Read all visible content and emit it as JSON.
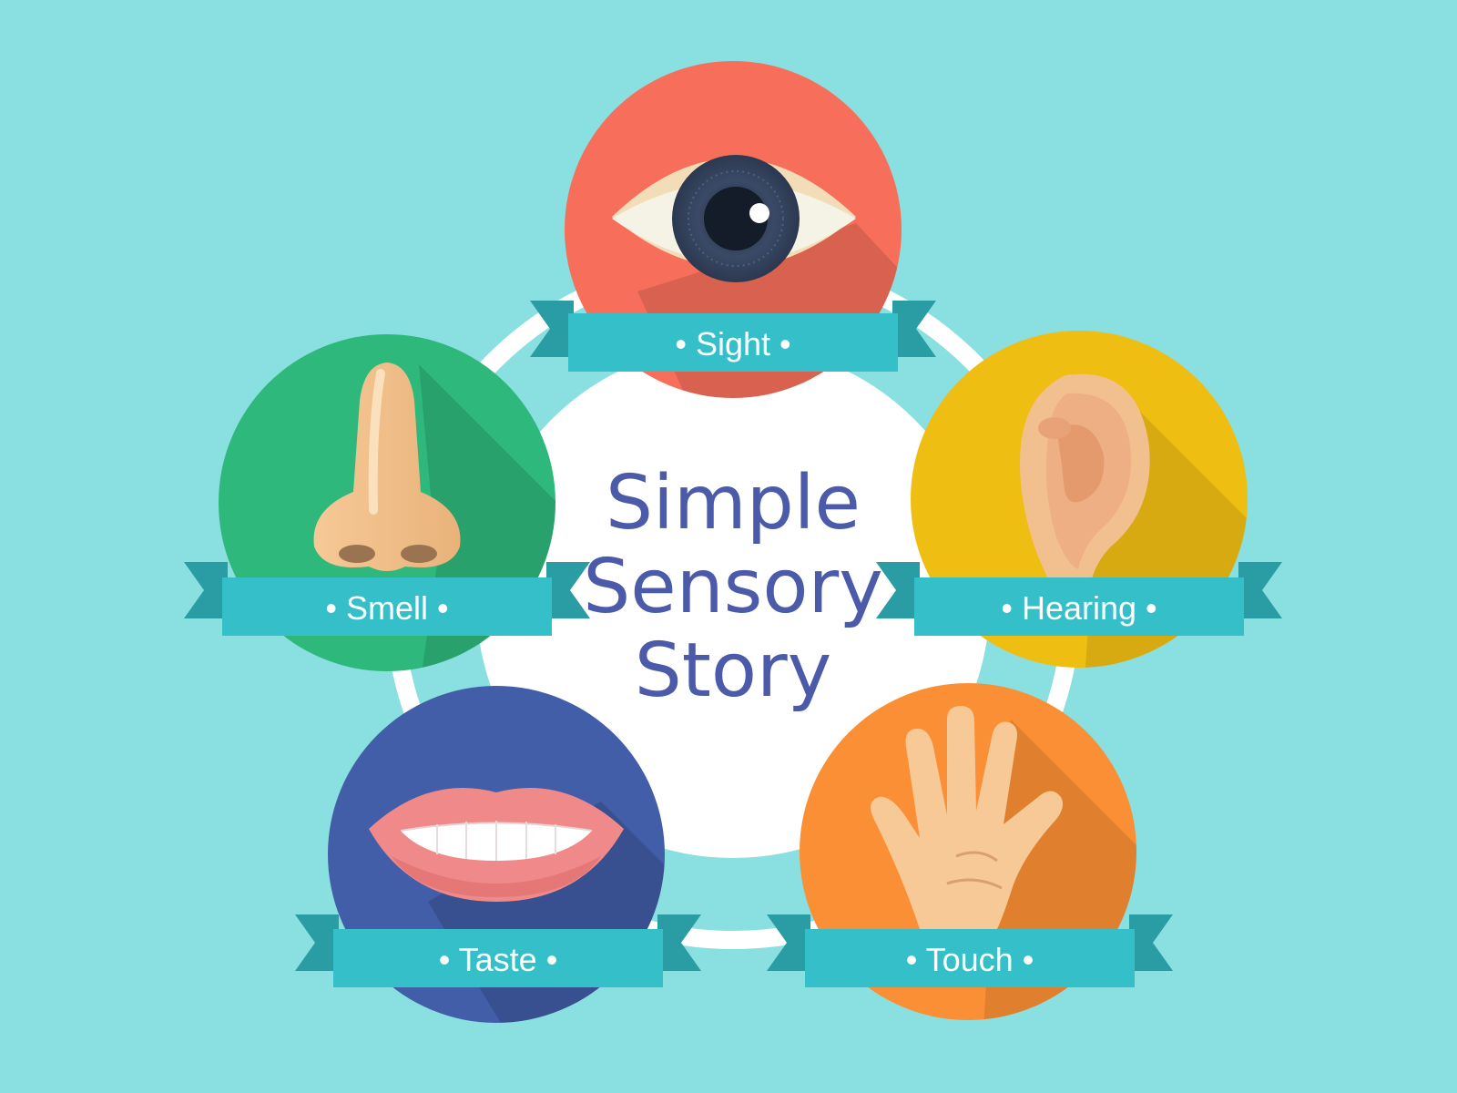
{
  "title": {
    "line1": "Simple",
    "line2": "Sensory",
    "line3": "Story"
  },
  "senses": [
    {
      "id": "sight",
      "label": "• Sight •",
      "icon": "eye-icon",
      "color": "#F76F5A"
    },
    {
      "id": "hearing",
      "label": "• Hearing •",
      "icon": "ear-icon",
      "color": "#EFBE12"
    },
    {
      "id": "touch",
      "label": "• Touch •",
      "icon": "hand-icon",
      "color": "#FA8F35"
    },
    {
      "id": "taste",
      "label": "• Taste •",
      "icon": "mouth-icon",
      "color": "#425EA9"
    },
    {
      "id": "smell",
      "label": "• Smell •",
      "icon": "nose-icon",
      "color": "#2EB87C"
    }
  ],
  "colors": {
    "background": "#8ADFE0",
    "ribbon": "#35BFC8",
    "ribbon_fold": "#2A9CA3",
    "title": "#4B5BAA",
    "ring": "#FFFFFF"
  }
}
